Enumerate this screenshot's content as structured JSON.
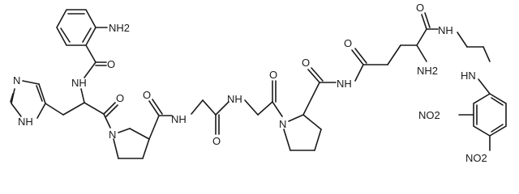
{
  "labels": {
    "nh2_anthranil": "NH2",
    "nh_amide1": "NH",
    "n_imid": "N",
    "nh_imid": "NH",
    "o1": "O",
    "n_pro1": "N",
    "o2": "O",
    "nh_gly1": "NH",
    "o3": "O",
    "nh_gly2": "NH",
    "o4": "O",
    "n_pro2": "N",
    "o5": "O",
    "nh_glu": "NH",
    "o6": "O",
    "o7": "O",
    "nh_linker": "NH",
    "nh2_glu": "NH2",
    "hn_anil": "HN",
    "no2_ortho": "NO2",
    "no2_para": "NO2",
    "o8": "O"
  }
}
